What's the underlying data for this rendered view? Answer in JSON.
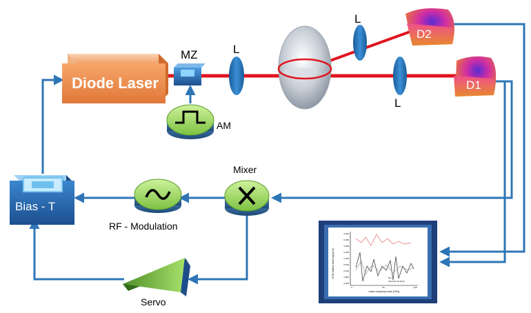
{
  "labels": {
    "diode_laser": "Diode Laser",
    "mz": "MZ",
    "lens_1": "L",
    "lens_2": "L",
    "lens_3": "L",
    "am": "AM",
    "d1": "D1",
    "d2": "D2",
    "bias_t": "Bias - T",
    "mixer": "Mixer",
    "rf_modulation": "RF - Modulation",
    "servo": "Servo"
  },
  "monitor_plot": {
    "ylabel": "HCN relative level signal (V)",
    "xlabel": "Laser frequency scan (GHz)",
    "legend": [
      "abs",
      "Fluid (Vmod fluid)"
    ],
    "yticks": [
      "0.400",
      "0.350",
      "0.300",
      "0.250",
      "0.200",
      "0.150",
      "0.100",
      "0.050",
      "0.000"
    ],
    "xticks": [
      "0",
      "50",
      "100"
    ]
  },
  "colors": {
    "wire": "#2e75b6",
    "beam": "#e0151f",
    "laser": "#f4a46c",
    "lens": "#1f6fb5",
    "green": "#8fd14f",
    "screen_frame": "#1f3f7a"
  }
}
